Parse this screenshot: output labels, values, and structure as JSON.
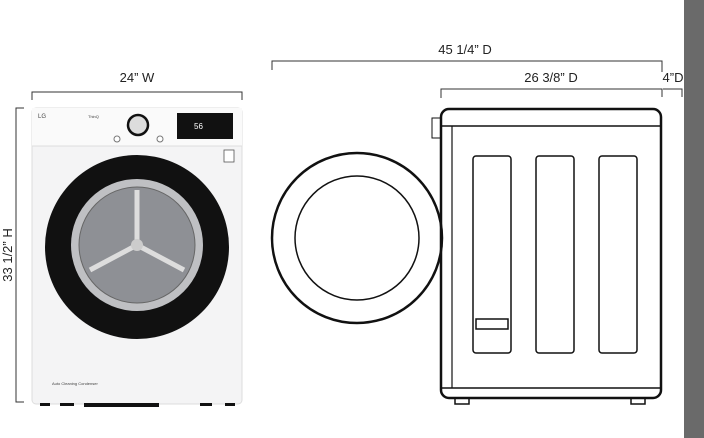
{
  "dimensions": {
    "width": "24” W",
    "height": "33 1/2” H",
    "total_depth": "45 1/4” D",
    "body_depth": "26 3/8” D",
    "clearance_depth": "4”D"
  },
  "product": {
    "brand_logo": "LG",
    "smart_badge": "ThinQ",
    "display_value": "56",
    "condenser_label": "Auto Cleaning Condenser"
  },
  "colors": {
    "wall": "#6a6a6a",
    "line": "#222222",
    "drum": "#111111"
  }
}
